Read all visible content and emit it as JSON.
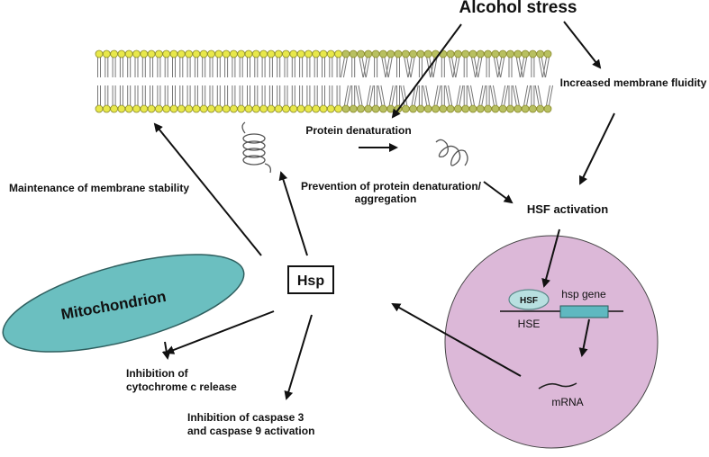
{
  "labels": {
    "alcohol_stress": "Alcohol stress",
    "increased_fluidity": "Increased membrane fluidity",
    "protein_denaturation": "Protein denaturation",
    "prevention_line1": "Prevention of protein denaturation/",
    "prevention_line2": "aggregation",
    "hsf_activation": "HSF activation",
    "maintenance": "Maintenance of membrane stability",
    "hsp": "Hsp",
    "mitochondrion": "Mitochondrion",
    "hsf": "HSF",
    "hsp_gene": "hsp gene",
    "hse": "HSE",
    "mrna": "mRNA",
    "cytc_line1": "Inhibition of",
    "cytc_line2": "cytochrome c release",
    "caspase_line1": "Inhibition of caspase 3",
    "caspase_line2": "and caspase 9 activation"
  },
  "colors": {
    "lipid_head": "#e8e84a",
    "lipid_head_stroke": "#8a8a2a",
    "lipid_head_disordered": "#b8c060",
    "mitochondrion_fill": "#6bbfc0",
    "nucleus_fill": "#dcb8d8",
    "hsf_fill": "#b8e0e0",
    "gene_fill": "#5fb8c0",
    "arrow": "#111111"
  }
}
